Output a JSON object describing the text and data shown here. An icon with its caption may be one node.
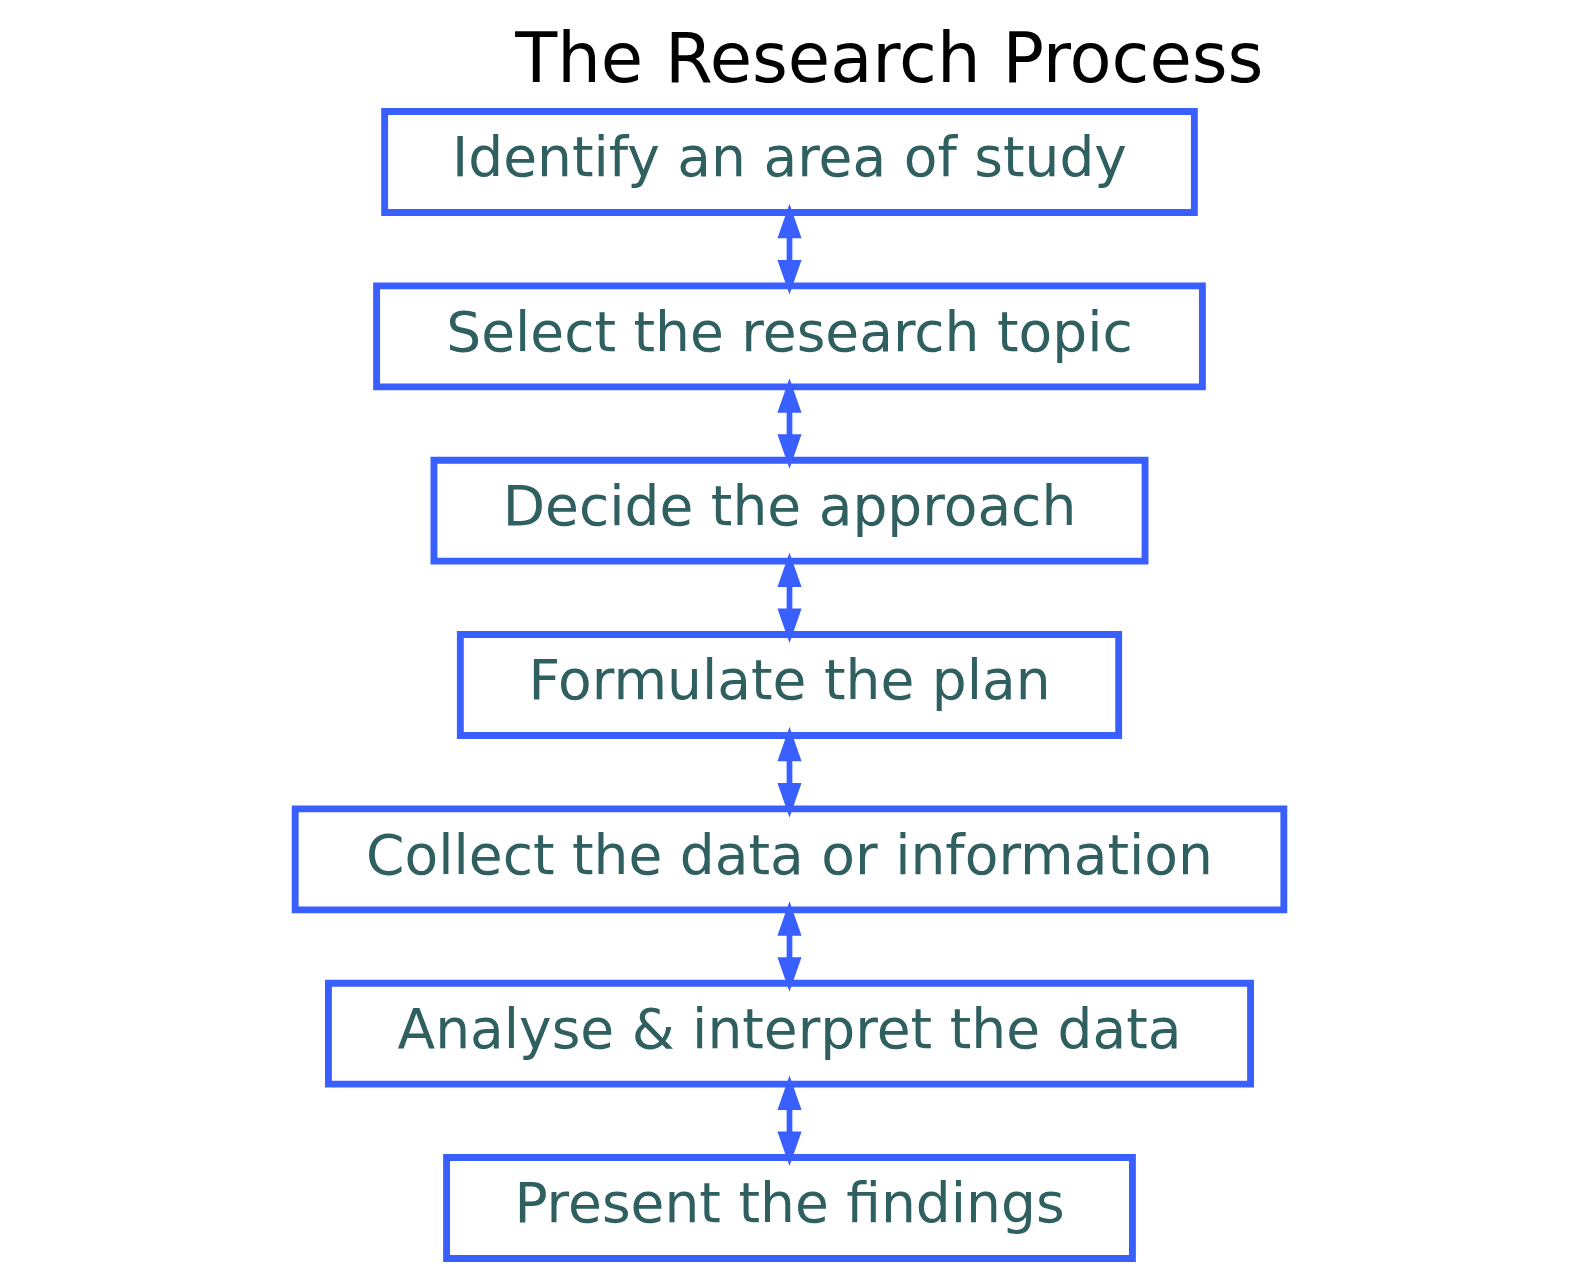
{
  "diagram": {
    "title": "The Research Process",
    "nodes": [
      {
        "text": [
          "Identify an area of study"
        ]
      },
      {
        "text": [
          "Select the research topic"
        ]
      },
      {
        "text": [
          "Decide the approach"
        ]
      },
      {
        "text": [
          "Formulate the plan"
        ]
      },
      {
        "text": [
          "Collect the data or information"
        ]
      },
      {
        "text": [
          "Analyse & interpret the data"
        ]
      },
      {
        "text": [
          "Present the findings"
        ]
      }
    ],
    "edges": [
      {
        "from": 0,
        "to": 1,
        "arrow": "both"
      },
      {
        "from": 1,
        "to": 2,
        "arrow": "both"
      },
      {
        "from": 2,
        "to": 3,
        "arrow": "both"
      },
      {
        "from": 3,
        "to": 4,
        "arrow": "both"
      },
      {
        "from": 4,
        "to": 5,
        "arrow": "both"
      },
      {
        "from": 5,
        "to": 6,
        "arrow": "both"
      }
    ]
  }
}
